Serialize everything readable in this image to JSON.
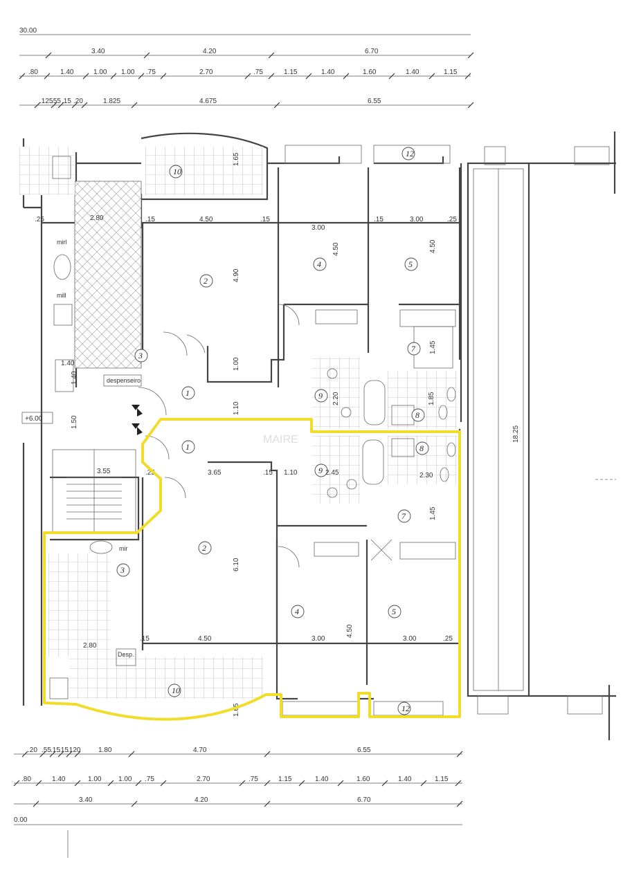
{
  "levels": {
    "top": "30.00",
    "bottom": "0.00",
    "mid": "+6.00"
  },
  "dims_top": {
    "row1": [
      "3.40",
      "4.20",
      "6.70"
    ],
    "row2": [
      ".80",
      "1.40",
      "1.00",
      "1.00",
      ".75",
      "2.70",
      ".75",
      "1.15",
      "1.40",
      "1.60",
      "1.40",
      "1.15"
    ],
    "row3": [
      ".125",
      ".55",
      ".15",
      ".20",
      "1.825",
      "4.675",
      "6.55"
    ]
  },
  "dims_bottom": {
    "row1": [
      ".20",
      ".55",
      ".15",
      ".15",
      ".120",
      "1.80",
      "4.70",
      "6.55"
    ],
    "row2": [
      ".80",
      "1.40",
      "1.00",
      "1.00",
      ".75",
      "2.70",
      ".75",
      "1.15",
      "1.40",
      "1.60",
      "1.40",
      "1.15"
    ],
    "row3": [
      "3.40",
      "4.20",
      "6.70"
    ]
  },
  "upper": {
    "dims": [
      ".25",
      "2.80",
      ".15",
      "4.50",
      ".15",
      "3.00",
      ".15",
      "3.00",
      ".25",
      "4.90",
      "4.50",
      "4.50",
      "1.00",
      "1.10",
      "1.40",
      "1.40",
      "1.50",
      "1.85",
      "1.45",
      "2.20",
      "1.65"
    ],
    "rooms": [
      "10",
      "12",
      "2",
      "4",
      "5",
      "3",
      "7",
      "1",
      "9",
      "8"
    ],
    "labels": {
      "mirror1": "mirl",
      "mirror2": "mill",
      "pantry": "despenseiro"
    }
  },
  "lower": {
    "dims": [
      "3.55",
      ".25",
      "3.65",
      ".15",
      "1.10",
      "2.45",
      "2.30",
      "6.10",
      "4.50",
      "3.00",
      "4.50",
      "3.00",
      "2.80",
      ".15",
      ".25",
      "1.45",
      "1.65"
    ],
    "rooms": [
      "1",
      "9",
      "8",
      "7",
      "2",
      "3",
      "4",
      "5",
      "10",
      "12"
    ],
    "labels": {
      "mirror": "mir",
      "pantry": "Desp."
    }
  },
  "side_dim": "18.25",
  "watermark": "MAIRE",
  "colors": {
    "highlight": "#f2dc2a",
    "line": "#444444"
  }
}
